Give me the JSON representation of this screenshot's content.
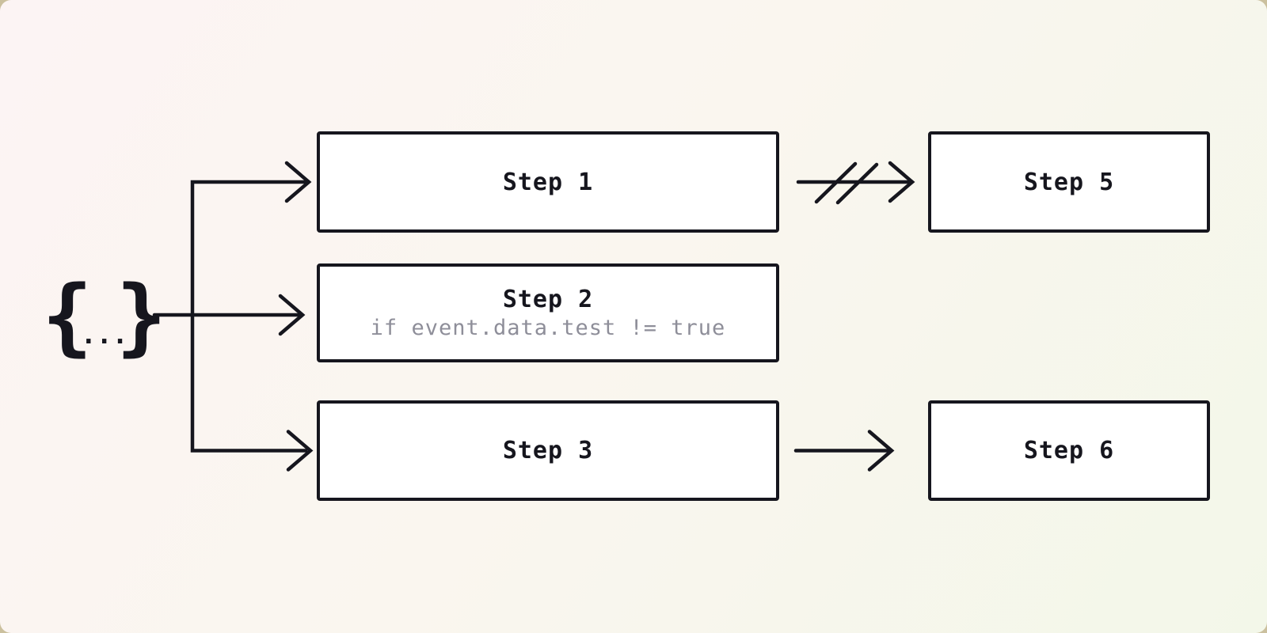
{
  "icon": {
    "name": "event-payload",
    "open": "{",
    "dots": "...",
    "close": "}"
  },
  "nodes": {
    "step1": {
      "title": "Step 1"
    },
    "step2": {
      "title": "Step 2",
      "subtitle": "if event.data.test != true"
    },
    "step3": {
      "title": "Step 3"
    },
    "step5": {
      "title": "Step 5"
    },
    "step6": {
      "title": "Step 6"
    }
  },
  "edges": [
    {
      "from": "event",
      "to": "step1",
      "style": "solid-arrow"
    },
    {
      "from": "event",
      "to": "step2",
      "style": "solid-arrow"
    },
    {
      "from": "event",
      "to": "step3",
      "style": "solid-arrow"
    },
    {
      "from": "step1",
      "to": "step5",
      "style": "cancelled-arrow"
    },
    {
      "from": "step3",
      "to": "step6",
      "style": "solid-arrow"
    }
  ],
  "colors": {
    "ink": "#16161e",
    "node_bg": "#ffffff",
    "subtitle_text": "#8e8e99",
    "card_gradient_start": "#fcf4f4",
    "card_gradient_end": "#f3f7e9",
    "page_bg": "#cbc09e"
  }
}
